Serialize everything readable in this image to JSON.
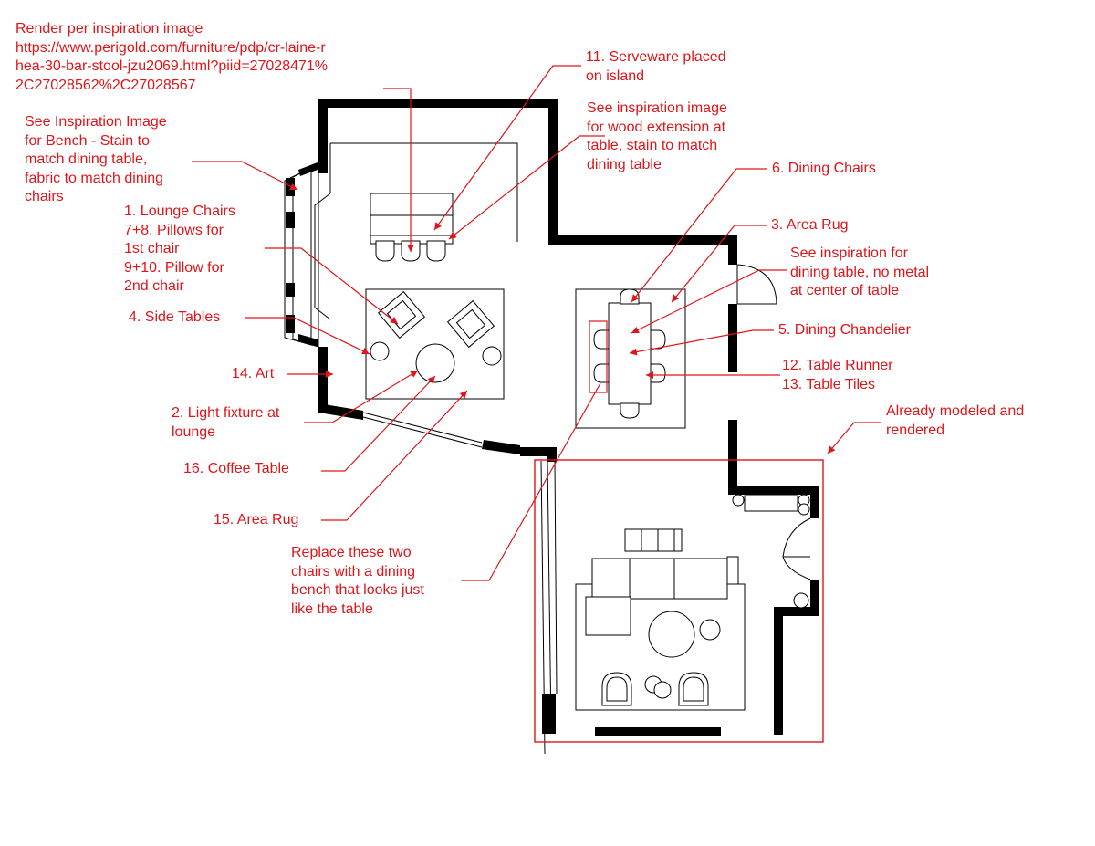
{
  "colors": {
    "annotation": "#e0151a",
    "linework": "#000000",
    "background": "#ffffff"
  },
  "annotations": [
    {
      "id": "render-inspiration",
      "text": "Render per inspiration image\nhttps://www.perigold.com/furniture/pdp/cr-laine-r\nhea-30-bar-stool-jzu2069.html?piid=27028471%\n2C27028562%2C27028567"
    },
    {
      "id": "bench-inspiration",
      "text": "See Inspiration Image\nfor Bench - Stain to\nmatch dining table,\nfabric to match dining\nchairs"
    },
    {
      "id": "lounge-chairs",
      "text": "1. Lounge Chairs\n7+8. Pillows for\n1st chair\n9+10. Pillow for\n2nd chair"
    },
    {
      "id": "side-tables",
      "text": "4. Side Tables"
    },
    {
      "id": "art",
      "text": "14. Art"
    },
    {
      "id": "light-fixture",
      "text": "2. Light fixture at\nlounge"
    },
    {
      "id": "coffee-table",
      "text": "16. Coffee Table"
    },
    {
      "id": "area-rug-15",
      "text": "15. Area Rug"
    },
    {
      "id": "replace-chairs",
      "text": "Replace these two\nchairs with a dining\nbench that looks just\nlike the table"
    },
    {
      "id": "serveware",
      "text": "11. Serveware placed\non island"
    },
    {
      "id": "wood-extension",
      "text": "See inspiration image\nfor wood extension at\ntable, stain to match\ndining table"
    },
    {
      "id": "dining-chairs",
      "text": "6. Dining Chairs"
    },
    {
      "id": "area-rug-3",
      "text": "3. Area Rug"
    },
    {
      "id": "dining-table",
      "text": "See inspiration for\ndining table, no metal\nat center of table"
    },
    {
      "id": "chandelier",
      "text": "5. Dining Chandelier"
    },
    {
      "id": "runner-tiles",
      "text": "12. Table Runner\n13. Table Tiles"
    },
    {
      "id": "already-modeled",
      "text": "Already modeled and\nrendered"
    }
  ]
}
